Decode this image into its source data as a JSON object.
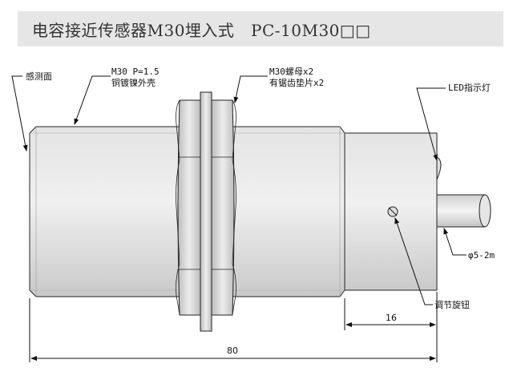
{
  "title": "电容接近传感器M30埋入式   PC-10M30□□",
  "labels": {
    "sensing_face": "感测面",
    "thread_line1": "M30  P=1.5",
    "thread_line2": "铜镀镍外壳",
    "nut_line1": "M30螺母x2",
    "nut_line2": "有锯齿垫片x2",
    "led": "LED指示灯",
    "cable": "φ5-2m",
    "knob": "调节旋钮"
  },
  "dimensions": {
    "overall_length": "80",
    "rear_length": "16"
  }
}
